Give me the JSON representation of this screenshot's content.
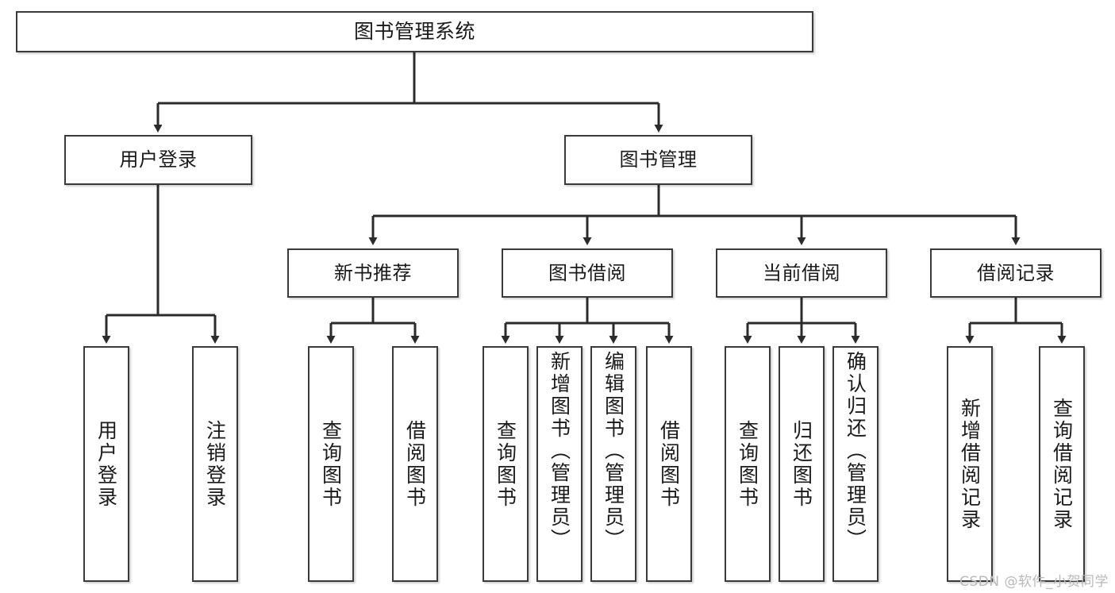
{
  "diagram": {
    "type": "tree-hierarchy",
    "title": "图书管理系统",
    "watermark": "CSDN @软件_小贺同学",
    "colors": {
      "box_border": "#3a3a3a",
      "box_fill": "#ffffff",
      "connector": "#2b2b2b",
      "text": "#1a1a1a",
      "watermark": "#b9b9b9"
    },
    "nodes": {
      "root": {
        "label": "图书管理系统",
        "level": 0
      },
      "level1": [
        {
          "id": "user-login",
          "label": "用户登录"
        },
        {
          "id": "book-manage",
          "label": "图书管理"
        }
      ],
      "level2": [
        {
          "id": "new-book-rec",
          "label": "新书推荐",
          "parent": "book-manage"
        },
        {
          "id": "book-borrow",
          "label": "图书借阅",
          "parent": "book-manage"
        },
        {
          "id": "current-borrow",
          "label": "当前借阅",
          "parent": "book-manage"
        },
        {
          "id": "borrow-record",
          "label": "借阅记录",
          "parent": "book-manage"
        }
      ],
      "leaves": [
        {
          "id": "leaf-user-login",
          "label": "用户登录",
          "parent": "user-login"
        },
        {
          "id": "leaf-logout",
          "label": "注销登录",
          "parent": "user-login"
        },
        {
          "id": "leaf-query-book-1",
          "label": "查询图书",
          "parent": "new-book-rec"
        },
        {
          "id": "leaf-borrow-book-1",
          "label": "借阅图书",
          "parent": "new-book-rec"
        },
        {
          "id": "leaf-query-book-2",
          "label": "查询图书",
          "parent": "book-borrow"
        },
        {
          "id": "leaf-add-book",
          "label": "新增图书（管理员）",
          "parent": "book-borrow"
        },
        {
          "id": "leaf-edit-book",
          "label": "编辑图书（管理员）",
          "parent": "book-borrow"
        },
        {
          "id": "leaf-borrow-book-2",
          "label": "借阅图书",
          "parent": "book-borrow"
        },
        {
          "id": "leaf-query-book-3",
          "label": "查询图书",
          "parent": "current-borrow"
        },
        {
          "id": "leaf-return-book",
          "label": "归还图书",
          "parent": "current-borrow"
        },
        {
          "id": "leaf-confirm-return",
          "label": "确认归还（管理员）",
          "parent": "current-borrow"
        },
        {
          "id": "leaf-add-record",
          "label": "新增借阅记录",
          "parent": "borrow-record"
        },
        {
          "id": "leaf-query-record",
          "label": "查询借阅记录",
          "parent": "borrow-record"
        }
      ]
    }
  }
}
